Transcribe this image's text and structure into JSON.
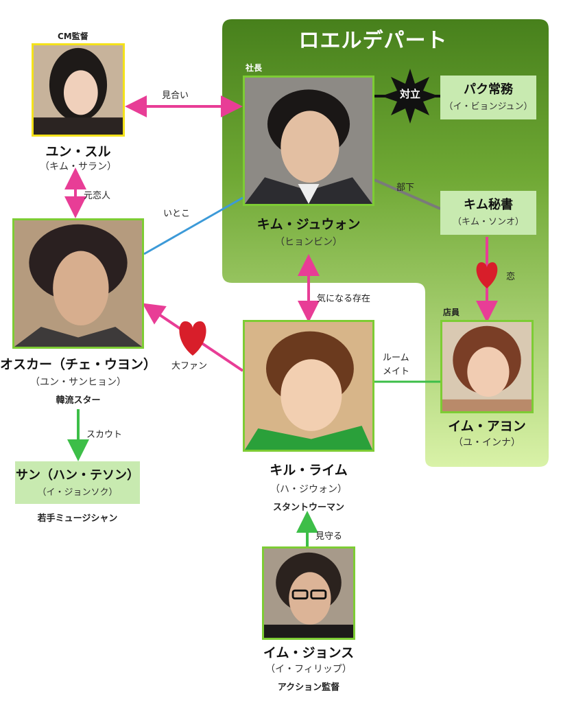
{
  "title": "ロエルデパート",
  "colors": {
    "pink": "#e83d96",
    "green": "#3dbe48",
    "blue": "#3c9ad8",
    "gray": "#7a7a7a",
    "heart": "#d81e2a",
    "frame": "#7dcc34"
  },
  "people": {
    "yun_seul": {
      "role_top": "CM監督",
      "name": "ユン・スル",
      "actor": "（キム・サラン）"
    },
    "kim_joowon": {
      "role_top": "社長",
      "name": "キム・ジュウォン",
      "actor": "（ヒョンビン）"
    },
    "park": {
      "name": "パク常務",
      "actor": "（イ・ビョンジュン）"
    },
    "kim_secretary": {
      "name": "キム秘書",
      "actor": "（キム・ソンオ）"
    },
    "oscar": {
      "name": "オスカー（チェ・ウヨン）",
      "actor": "（ユン・サンヒョン）",
      "role_bottom": "韓流スター"
    },
    "im_ayoung": {
      "role_top": "店員",
      "name": "イム・アヨン",
      "actor": "（ユ・インナ）"
    },
    "gil_raim": {
      "name": "キル・ライム",
      "actor": "（ハ・ジウォン）",
      "role_bottom": "スタントウーマン"
    },
    "sun": {
      "name": "サン（ハン・テソン）",
      "actor": "（イ・ジョンソク）",
      "role_bottom": "若手ミュージシャン"
    },
    "im_jongsu": {
      "name": "イム・ジョンス",
      "actor": "（イ・フィリップ）",
      "role_bottom": "アクション監督"
    }
  },
  "relations": {
    "omiai": "見合い",
    "ex_lover": "元恋人",
    "cousin": "いとこ",
    "taimitsu": "対立",
    "subordinate": "部下",
    "love": "恋",
    "interest": "気になる存在",
    "big_fan": "大ファン",
    "roommate_1": "ルーム",
    "roommate_2": "メイト",
    "scout": "スカウト",
    "watch": "見守る"
  }
}
